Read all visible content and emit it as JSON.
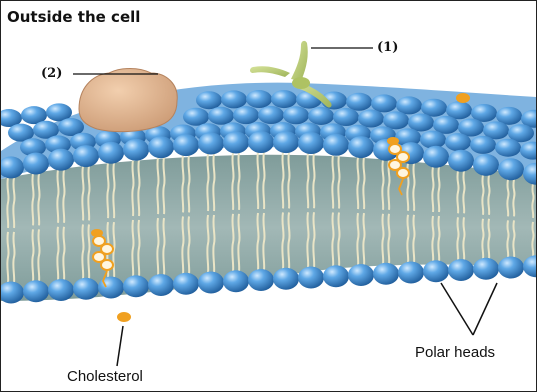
{
  "title": "Outside the cell",
  "labels": {
    "callout_1": "(1)",
    "callout_2": "(2)",
    "cholesterol": "Cholesterol",
    "polar_heads": "Polar heads"
  },
  "colors": {
    "head": "#3d8fd6",
    "head_highlight": "#cfe9ff",
    "head_dark": "#1f5c9a",
    "tail": "#e9e4c6",
    "interior": "#8aa6a4",
    "protein": "#d9ad86",
    "glycolipid": "#b9cc72",
    "cholesterol": "#f0a020"
  }
}
